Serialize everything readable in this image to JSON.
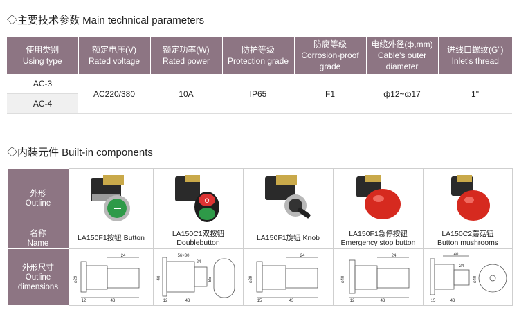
{
  "heading_specs": "◇主要技术参数 Main technical parameters",
  "heading_components": "◇内装元件 Built-in components",
  "spec_headers": [
    {
      "cn": "使用类别",
      "en": "Using type"
    },
    {
      "cn": "额定电压(V)",
      "en": "Rated voltage"
    },
    {
      "cn": "额定功率(W)",
      "en": "Rated power"
    },
    {
      "cn": "防护等级",
      "en": "Protection grade"
    },
    {
      "cn": "防腐等级",
      "en": "Corrosion-proof grade"
    },
    {
      "cn": "电缆外径(ф,mm)",
      "en": "Cable's outer diameter"
    },
    {
      "cn": "进线口螺纹(G\")",
      "en": "Inlet's thread"
    }
  ],
  "spec_values": {
    "types": [
      "AC-3",
      "AC-4"
    ],
    "voltage": "AC220/380",
    "power": "10A",
    "protection": "IP65",
    "corrosion": "F1",
    "cable": "ф12~ф17",
    "thread": "1\""
  },
  "row_labels": {
    "outline": {
      "cn": "外形",
      "en": "Outline"
    },
    "name": {
      "cn": "名称",
      "en": "Name"
    },
    "dimensions": {
      "cn": "外形尺寸",
      "en": "Outline dimensions"
    }
  },
  "components": [
    {
      "model": "LA150F1按钮 Button",
      "icon": "green-flush-button-icon",
      "color": "#2e9a48"
    },
    {
      "model_cn": "LA150C1双按钮",
      "model_en": "Doublebutton",
      "icon": "double-button-icon",
      "color": "#d33"
    },
    {
      "model": "LA150F1旋钮 Knob",
      "icon": "selector-knob-icon",
      "color": "#222"
    },
    {
      "model_cn": "LA150F1急停按钮",
      "model_en": "Emergency stop button",
      "icon": "emergency-stop-icon",
      "color": "#d62a1f"
    },
    {
      "model_cn": "LA150C2蘑菇钮",
      "model_en": "Button mushrooms",
      "icon": "mushroom-button-icon",
      "color": "#d62a1f"
    }
  ],
  "dimension_labels": {
    "d1": [
      "24",
      "12",
      "43",
      "φ29"
    ],
    "d2": [
      "40",
      "56×30",
      "24",
      "12",
      "43",
      "55"
    ],
    "d3": [
      "24",
      "15",
      "43",
      "φ29"
    ],
    "d4": [
      "24",
      "12",
      "43",
      "φ40"
    ],
    "d5": [
      "40",
      "24",
      "15",
      "43",
      "φ40"
    ]
  }
}
